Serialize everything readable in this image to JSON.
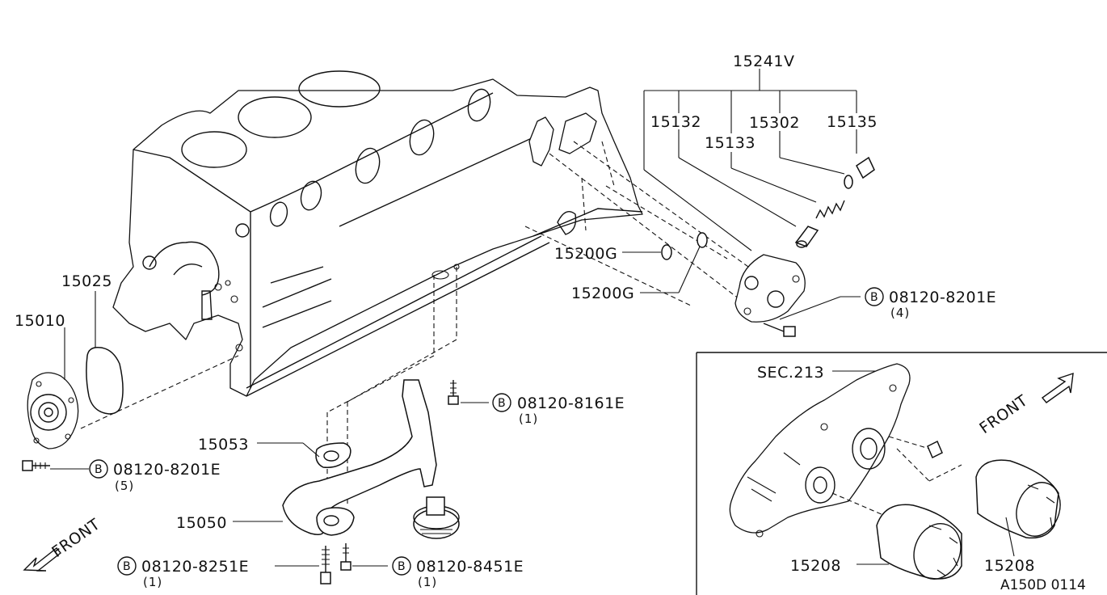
{
  "callouts": {
    "p15241v": "15241V",
    "p15132": "15132",
    "p15302": "15302",
    "p15135": "15135",
    "p15133": "15133",
    "p15200g_a": "15200G",
    "p15200g_b": "15200G",
    "p15025": "15025",
    "p15010": "15010",
    "p15053": "15053",
    "p15050": "15050",
    "p15208_a": "15208",
    "p15208_b": "15208",
    "sec213": "SEC.213"
  },
  "bolts": [
    {
      "code": "08120-8201E",
      "qty": "(4)",
      "symbol": "B"
    },
    {
      "code": "08120-8161E",
      "qty": "(1)",
      "symbol": "B"
    },
    {
      "code": "08120-8201E",
      "qty": "(5)",
      "symbol": "B"
    },
    {
      "code": "08120-8251E",
      "qty": "(1)",
      "symbol": "B"
    },
    {
      "code": "08120-8451E",
      "qty": "(1)",
      "symbol": "B"
    }
  ],
  "front_labels": {
    "main": "FRONT",
    "inset": "FRONT"
  },
  "diagram_id": "A150D 0114",
  "icons": [
    "engine-block",
    "oil-pump",
    "oil-strainer",
    "oil-filter",
    "relief-valve",
    "front-arrow-icon",
    "bolt-icon"
  ]
}
